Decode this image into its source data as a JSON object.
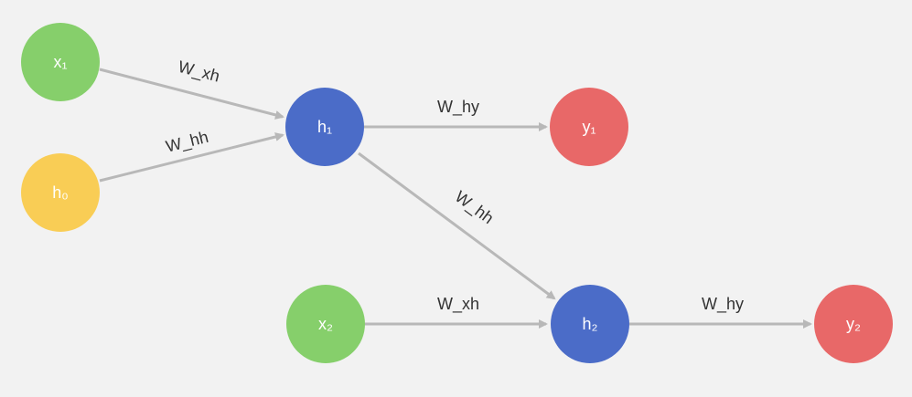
{
  "colors": {
    "background": "#f2f2f2",
    "input_node": "#86cf6b",
    "initial_state_node": "#f9cd55",
    "hidden_node": "#4b6cc8",
    "output_node": "#e86868",
    "edge": "#b8b8b8"
  },
  "nodes": [
    {
      "id": "x1",
      "label": "x₁",
      "role": "input"
    },
    {
      "id": "h0",
      "label": "h₀",
      "role": "initial_state"
    },
    {
      "id": "h1",
      "label": "h₁",
      "role": "hidden"
    },
    {
      "id": "y1",
      "label": "y₁",
      "role": "output"
    },
    {
      "id": "x2",
      "label": "x₂",
      "role": "input"
    },
    {
      "id": "h2",
      "label": "h₂",
      "role": "hidden"
    },
    {
      "id": "y2",
      "label": "y₂",
      "role": "output"
    }
  ],
  "edges": [
    {
      "from": "x1",
      "to": "h1",
      "label": "W_xh"
    },
    {
      "from": "h0",
      "to": "h1",
      "label": "W_hh"
    },
    {
      "from": "h1",
      "to": "y1",
      "label": "W_hy"
    },
    {
      "from": "h1",
      "to": "h2",
      "label": "W_hh"
    },
    {
      "from": "x2",
      "to": "h2",
      "label": "W_xh"
    },
    {
      "from": "h2",
      "to": "y2",
      "label": "W_hy"
    }
  ]
}
